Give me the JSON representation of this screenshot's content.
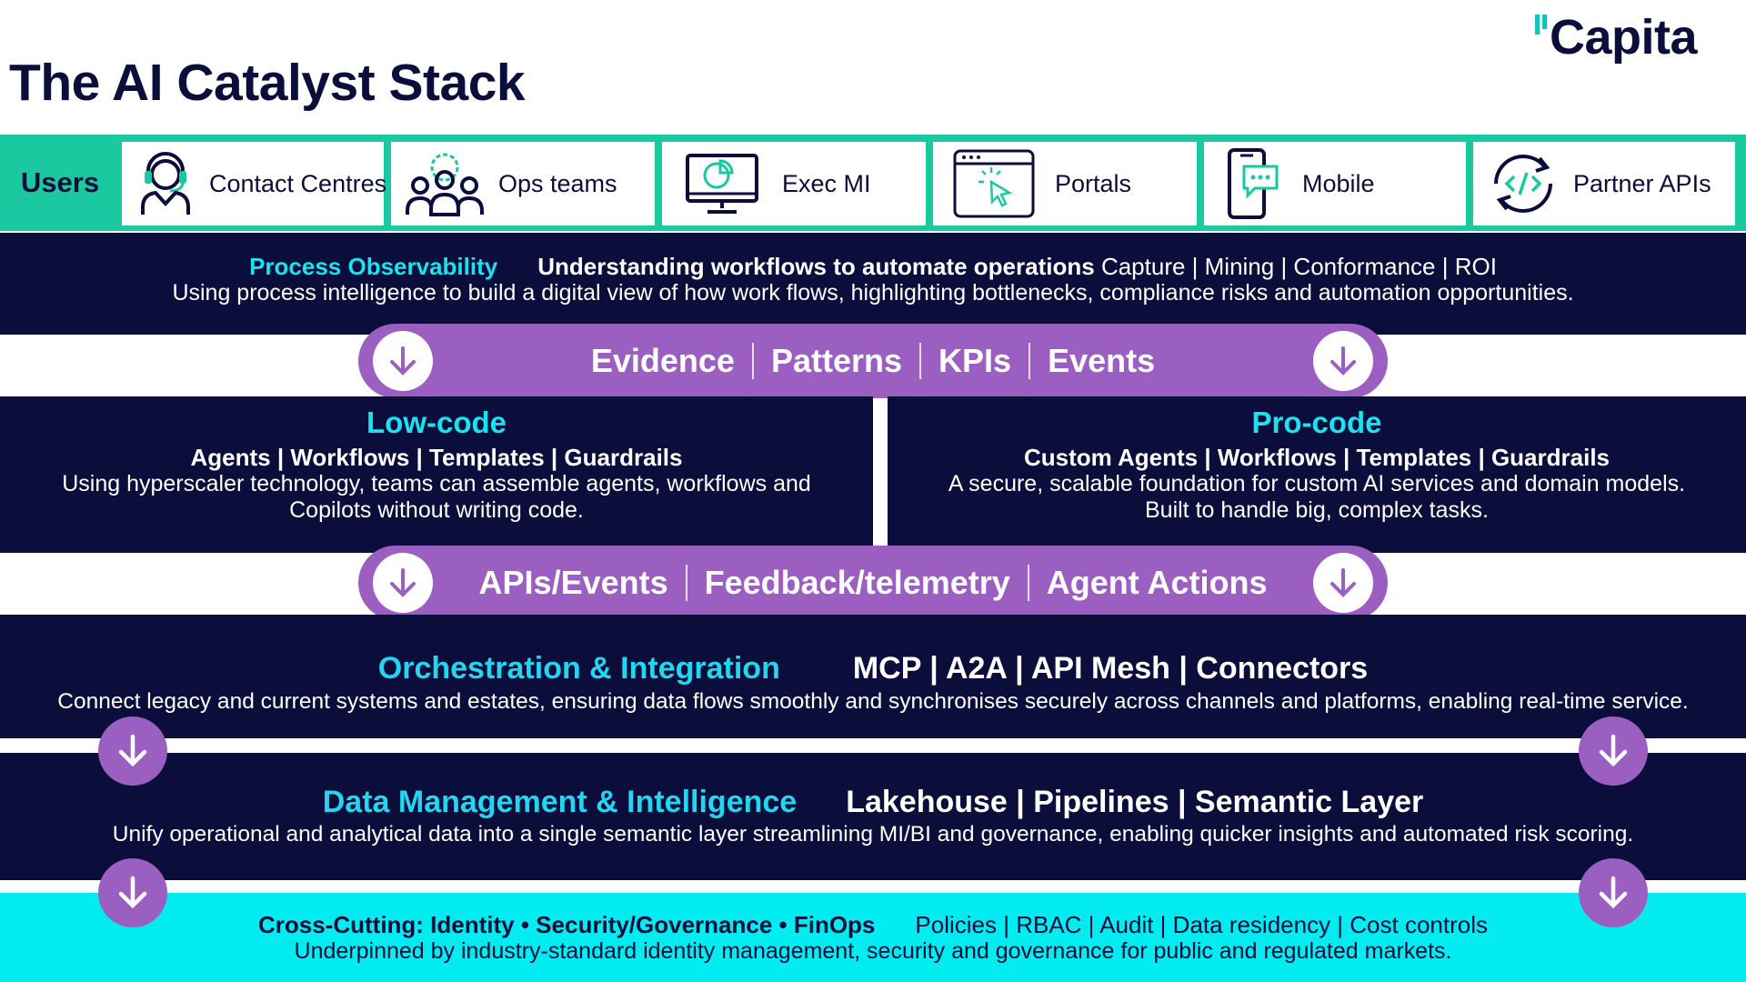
{
  "title": "The AI Catalyst Stack",
  "logo": {
    "text": "Capita"
  },
  "colors": {
    "navy": "#0b0d3a",
    "green": "#1ac9a0",
    "cyan": "#19e3f0",
    "purple": "#9b5fc1",
    "cross_bg": "#00ecf0"
  },
  "users": {
    "label": "Users",
    "items": [
      {
        "label": "Contact Centres",
        "icon": "headset-agent-icon"
      },
      {
        "label": "Ops teams",
        "icon": "team-gear-icon"
      },
      {
        "label": "Exec MI",
        "icon": "monitor-chart-icon"
      },
      {
        "label": "Portals",
        "icon": "browser-cursor-icon"
      },
      {
        "label": "Mobile",
        "icon": "mobile-chat-icon"
      },
      {
        "label": "Partner APIs",
        "icon": "code-sync-icon"
      }
    ]
  },
  "process_observability": {
    "title": "Process Observability",
    "subtitle": "Understanding workflows to automate operations",
    "tags": "Capture | Mining | Conformance | ROI",
    "description": "Using process intelligence to build a digital view of how work flows, highlighting bottlenecks, compliance risks and  automation opportunities."
  },
  "flow_1": {
    "items": [
      "Evidence",
      "Patterns",
      "KPIs",
      "Events"
    ]
  },
  "low_code": {
    "title": "Low-code",
    "subtitle": "Agents | Workflows | Templates | Guardrails",
    "description": "Using hyperscaler technology, teams can assemble agents, workflows and Copilots without writing code."
  },
  "pro_code": {
    "title": "Pro-code",
    "subtitle": "Custom Agents | Workflows | Templates | Guardrails",
    "description": "A secure, scalable foundation for custom AI services and domain models. Built to handle big, complex tasks."
  },
  "flow_2": {
    "items": [
      "APIs/Events",
      "Feedback/telemetry",
      "Agent Actions"
    ]
  },
  "orchestration": {
    "title": "Orchestration & Integration",
    "tags": "MCP | A2A | API Mesh | Connectors",
    "description": "Connect legacy and current systems and estates, ensuring data flows smoothly and synchronises securely across channels and platforms, enabling real-time service."
  },
  "data_management": {
    "title": "Data Management & Intelligence",
    "tags": "Lakehouse | Pipelines | Semantic Layer",
    "description": "Unify operational and analytical data into a single semantic layer streamlining MI/BI and governance, enabling quicker insights and automated risk scoring."
  },
  "cross_cutting": {
    "title": "Cross-Cutting: Identity • Security/Governance • FinOps",
    "tags": "Policies | RBAC | Audit | Data residency | Cost controls",
    "description": "Underpinned by industry-standard identity management, security and governance for public and regulated markets."
  }
}
